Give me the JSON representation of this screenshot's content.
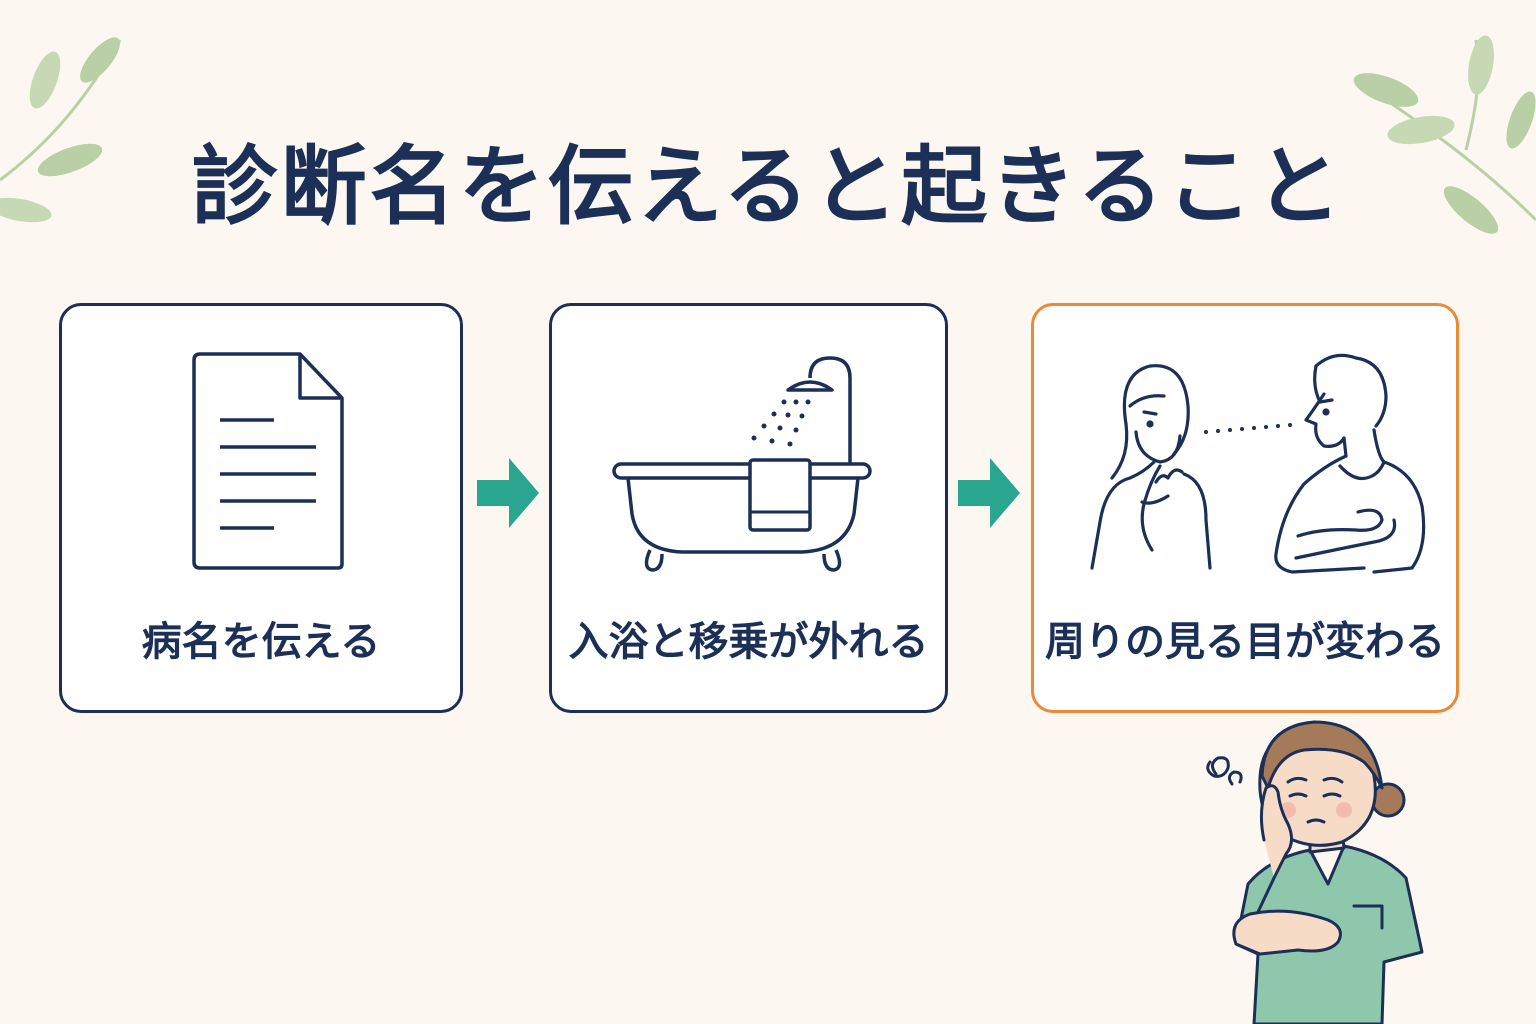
{
  "title": "診断名を伝えると起きること",
  "steps": [
    {
      "label": "病名を伝える",
      "icon": "document-icon"
    },
    {
      "label": "入浴と移乗が外れる",
      "icon": "bathtub-shower-icon"
    },
    {
      "label": "周りの見る目が変わる",
      "icon": "people-looking-icon"
    }
  ],
  "colors": {
    "background": "#fcf8f1",
    "text": "#1b2f57",
    "arrow": "#2aa58f",
    "highlight_border": "#e98a37",
    "leaf": "#b9cfa5",
    "scrubs": "#8fc7ad"
  }
}
